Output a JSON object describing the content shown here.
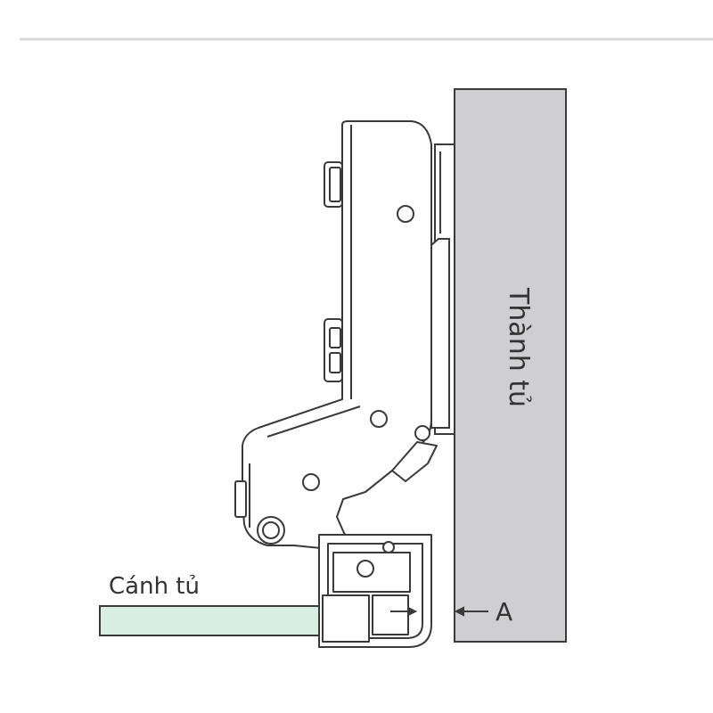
{
  "labels": {
    "cabinet_side": "Thành tủ",
    "door": "Cánh tủ",
    "dimension_a": "A"
  },
  "colors": {
    "cabinet_fill": "#cfcfd1",
    "door_fill": "#d8eee2",
    "line": "#3a3a3a",
    "top_rule": "#d9d9d9"
  }
}
